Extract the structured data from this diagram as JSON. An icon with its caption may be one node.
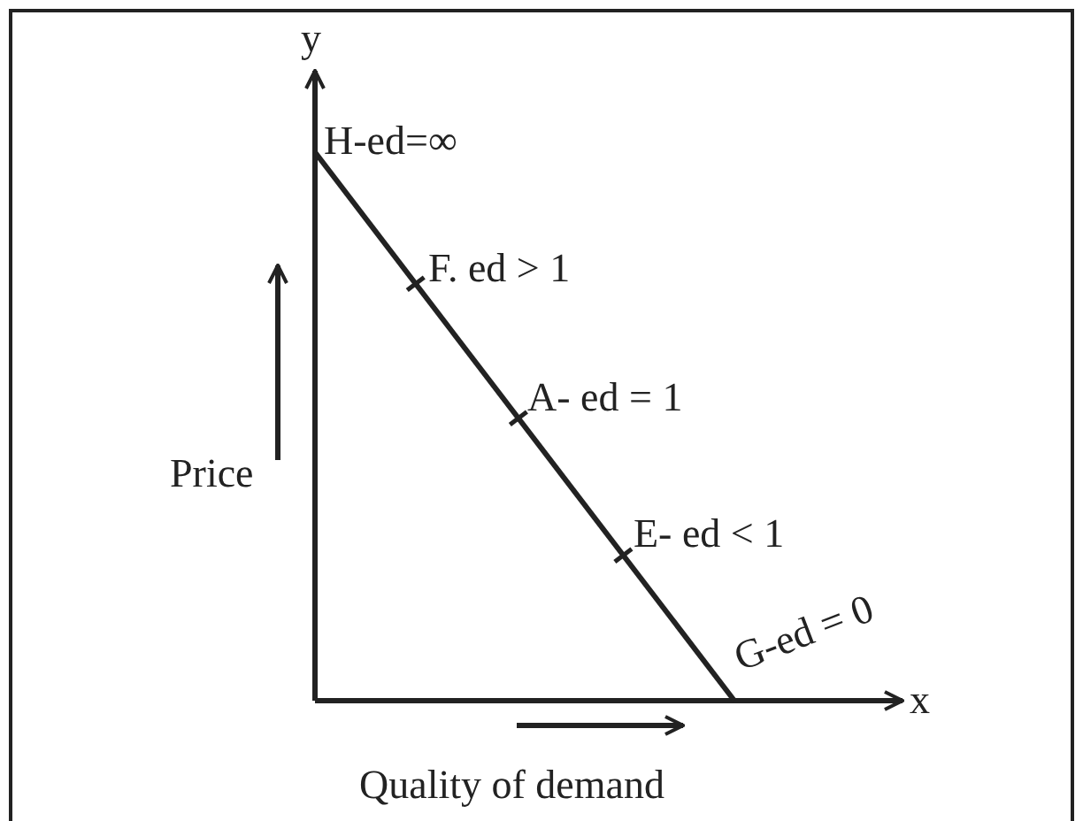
{
  "diagram": {
    "labels": [
      "y",
      "H-ed=∞",
      "F. ed > 1",
      "A- ed = 1",
      "Price",
      "E- ed < 1",
      "G-ed = 0",
      "x",
      "Quality of demand"
    ]
  }
}
